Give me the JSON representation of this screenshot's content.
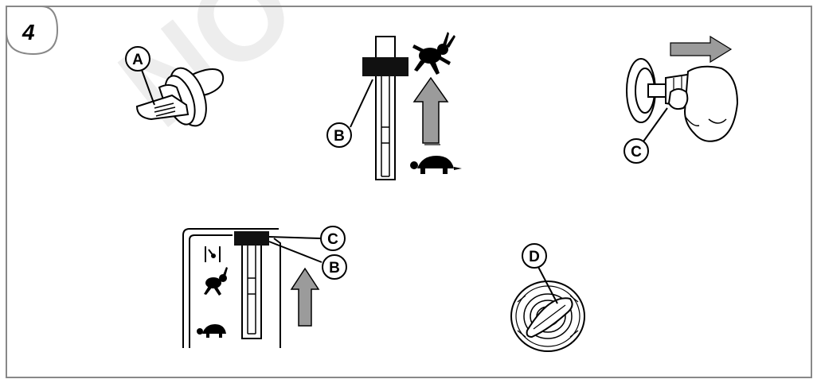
{
  "step_number": "4",
  "watermark": "NO",
  "callouts": {
    "a": "A",
    "b_top": "B",
    "c_top": "C",
    "c_bottom": "C",
    "b_bottom": "B",
    "d": "D"
  },
  "colors": {
    "frame": "#888888",
    "ink": "#000000",
    "arrow_fill": "#9b9b9b",
    "watermark": "#ededed"
  },
  "icons": [
    "fuel-shutoff-lever-icon",
    "throttle-slider-icon",
    "rabbit-fast-icon",
    "turtle-slow-icon",
    "choke-knob-hand-icon",
    "ignition-key-icon",
    "choke-symbol-icon",
    "arrow-up-icon",
    "arrow-right-icon"
  ]
}
